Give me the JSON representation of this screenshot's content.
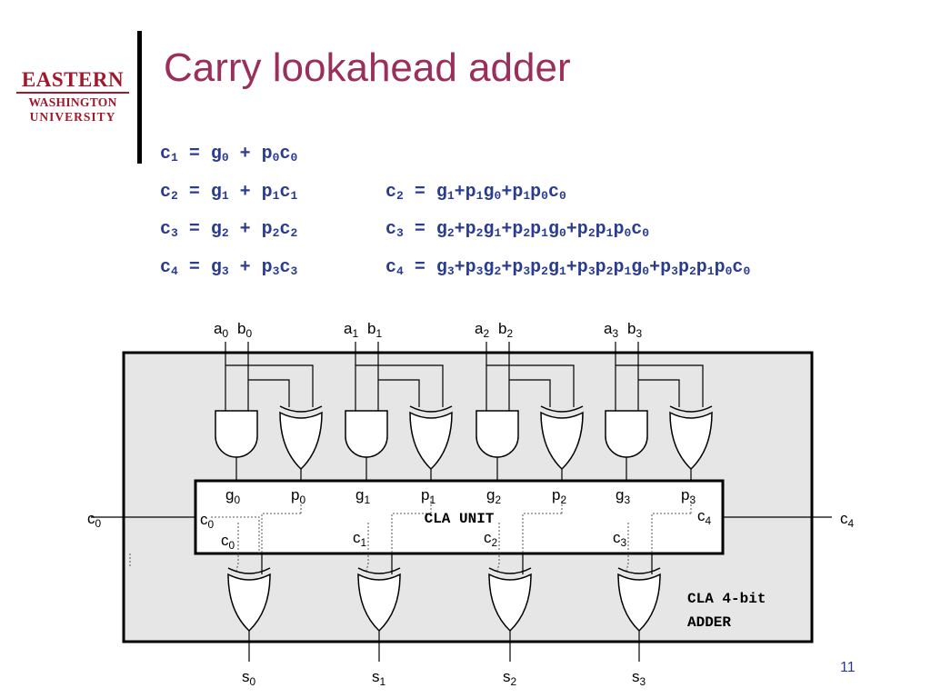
{
  "logo": {
    "line1": "EASTERN",
    "line2": "WASHINGTON",
    "line3": "UNIVERSITY"
  },
  "title": "Carry lookahead adder",
  "equations": [
    [
      {
        "t": "c"
      },
      {
        "s": "1"
      },
      {
        "t": " = g"
      },
      {
        "s": "0"
      },
      {
        "t": " + p"
      },
      {
        "s": "0"
      },
      {
        "t": "c"
      },
      {
        "s": "0"
      }
    ],
    [
      {
        "t": "c"
      },
      {
        "s": "2"
      },
      {
        "t": " = g"
      },
      {
        "s": "1"
      },
      {
        "t": " + p"
      },
      {
        "s": "1"
      },
      {
        "t": "c"
      },
      {
        "s": "1"
      }
    ],
    [
      {
        "t": "c"
      },
      {
        "s": "3"
      },
      {
        "t": " = g"
      },
      {
        "s": "2"
      },
      {
        "t": " + p"
      },
      {
        "s": "2"
      },
      {
        "t": "c"
      },
      {
        "s": "2"
      }
    ],
    [
      {
        "t": "c"
      },
      {
        "s": "4"
      },
      {
        "t": " = g"
      },
      {
        "s": "3"
      },
      {
        "t": " + p"
      },
      {
        "s": "3"
      },
      {
        "t": "c"
      },
      {
        "s": "3"
      }
    ]
  ],
  "expansions": [
    [
      {
        "t": "c"
      },
      {
        "s": "2"
      },
      {
        "t": " = g"
      },
      {
        "s": "1"
      },
      {
        "t": "+p"
      },
      {
        "s": "1"
      },
      {
        "t": "g"
      },
      {
        "s": "0"
      },
      {
        "t": "+p"
      },
      {
        "s": "1"
      },
      {
        "t": "p"
      },
      {
        "s": "0"
      },
      {
        "t": "c"
      },
      {
        "s": "0"
      }
    ],
    [
      {
        "t": "c"
      },
      {
        "s": "3"
      },
      {
        "t": " = g"
      },
      {
        "s": "2"
      },
      {
        "t": "+p"
      },
      {
        "s": "2"
      },
      {
        "t": "g"
      },
      {
        "s": "1"
      },
      {
        "t": "+p"
      },
      {
        "s": "2"
      },
      {
        "t": "p"
      },
      {
        "s": "1"
      },
      {
        "t": "g"
      },
      {
        "s": "0"
      },
      {
        "t": "+p"
      },
      {
        "s": "2"
      },
      {
        "t": "p"
      },
      {
        "s": "1"
      },
      {
        "t": "p"
      },
      {
        "s": "0"
      },
      {
        "t": "c"
      },
      {
        "s": "0"
      }
    ],
    [
      {
        "t": "c"
      },
      {
        "s": "4"
      },
      {
        "t": " = g"
      },
      {
        "s": "3"
      },
      {
        "t": "+p"
      },
      {
        "s": "3"
      },
      {
        "t": "g"
      },
      {
        "s": "2"
      },
      {
        "t": "+p"
      },
      {
        "s": "3"
      },
      {
        "t": "p"
      },
      {
        "s": "2"
      },
      {
        "t": "g"
      },
      {
        "s": "1"
      },
      {
        "t": "+p"
      },
      {
        "s": "3"
      },
      {
        "t": "p"
      },
      {
        "s": "2"
      },
      {
        "t": "p"
      },
      {
        "s": "1"
      },
      {
        "t": "g"
      },
      {
        "s": "0"
      },
      {
        "t": "+p"
      },
      {
        "s": "3"
      },
      {
        "t": "p"
      },
      {
        "s": "2"
      },
      {
        "t": "p"
      },
      {
        "s": "1"
      },
      {
        "t": "p"
      },
      {
        "s": "0"
      },
      {
        "t": "c"
      },
      {
        "s": "0"
      }
    ]
  ],
  "diagram": {
    "bit_labels": [
      {
        "a": "a",
        "b": "b",
        "sub": "0"
      },
      {
        "a": "a",
        "b": "b",
        "sub": "1"
      },
      {
        "a": "a",
        "b": "b",
        "sub": "2"
      },
      {
        "a": "a",
        "b": "b",
        "sub": "3"
      }
    ],
    "cla_generate": [
      "g",
      "g",
      "g",
      "g"
    ],
    "cla_propagate": [
      "p",
      "p",
      "p",
      "p"
    ],
    "cla_carry_internal": [
      "c",
      "c",
      "c",
      "c"
    ],
    "subs": [
      "0",
      "1",
      "2",
      "3"
    ],
    "cla_unit_label": "CLA UNIT",
    "cla_c0_in": {
      "t": "c",
      "s": "0"
    },
    "cla_c4_out": {
      "t": "c",
      "s": "4"
    },
    "carry_in": {
      "t": "c",
      "s": "0"
    },
    "carry_out": {
      "t": "c",
      "s": "4"
    },
    "outputs": [
      "s",
      "s",
      "s",
      "s"
    ],
    "adder_label_1": "CLA 4-bit",
    "adder_label_2": "ADDER"
  },
  "page_number": "11",
  "colors": {
    "title": "#9b2f5b",
    "equations": "#2a3c8f",
    "logo": "#a1182c",
    "adder_fill": "#e6e6e6"
  }
}
